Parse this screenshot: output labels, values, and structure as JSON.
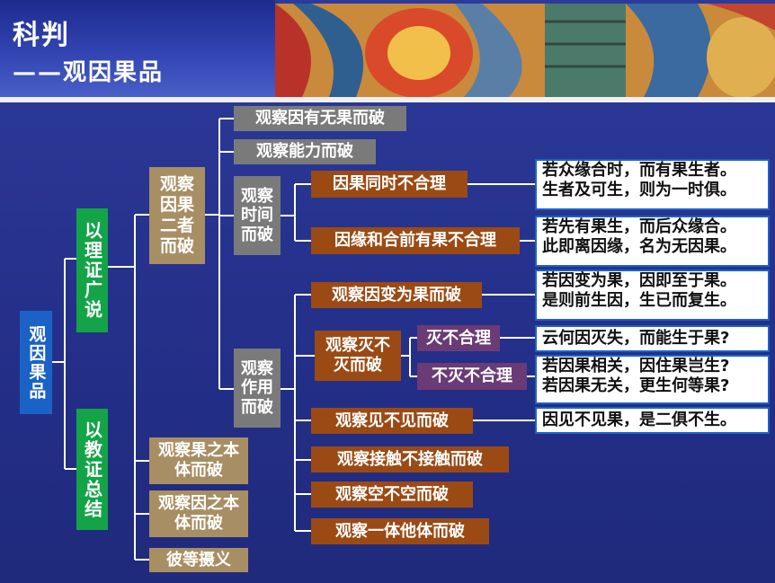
{
  "header": {
    "title": "科判",
    "subtitle": "——观因果品"
  },
  "root": "观因果品",
  "level1": [
    "以理证广说",
    "以教证总结"
  ],
  "level2": {
    "both": "观察因果二者而破",
    "fruit_entity": "观察果之本体而破",
    "cause_entity": "观察因之本体而破",
    "summary": "彼等摄义"
  },
  "level3": {
    "existence": "观察因有无果而破",
    "ability": "观察能力而破",
    "time": "观察时间而破",
    "function": "观察作用而破"
  },
  "level4": {
    "simultaneous": "因果同时不合理",
    "before": "因缘和合前有果不合理",
    "transform": "观察因变为果而破",
    "cease": "观察灭不灭而破",
    "see": "观察见不见而破",
    "contact": "观察接触不接触而破",
    "empty": "观察空不空而破",
    "one_other": "观察一体他体而破"
  },
  "level5": {
    "ceased": "灭不合理",
    "not_ceased": "不灭不合理"
  },
  "verses": {
    "v1": [
      "若众缘合时，而有果生者。",
      "生者及可生，则为一时俱。"
    ],
    "v2": [
      "若先有果生，而后众缘合。",
      "此即离因缘，名为无因果。"
    ],
    "v3": [
      "若因变为果，因即至于果。",
      "是则前生因，生已而复生。"
    ],
    "v4": [
      "云何因灭失，而能生于果?"
    ],
    "v5": [
      "若因果相关，因住果岂生?",
      "若因果无关，更生何等果?"
    ],
    "v6": [
      "因见不见果，是二俱不生。"
    ]
  },
  "colors": {
    "background": "#24308a",
    "root": "#1b62c6",
    "level1": "#13a447",
    "level2": "#a88e63",
    "level3": "#7a7a7a",
    "level4": "#9b4a14",
    "level5": "#6b3b76",
    "verse_border": "#1b62c6"
  }
}
